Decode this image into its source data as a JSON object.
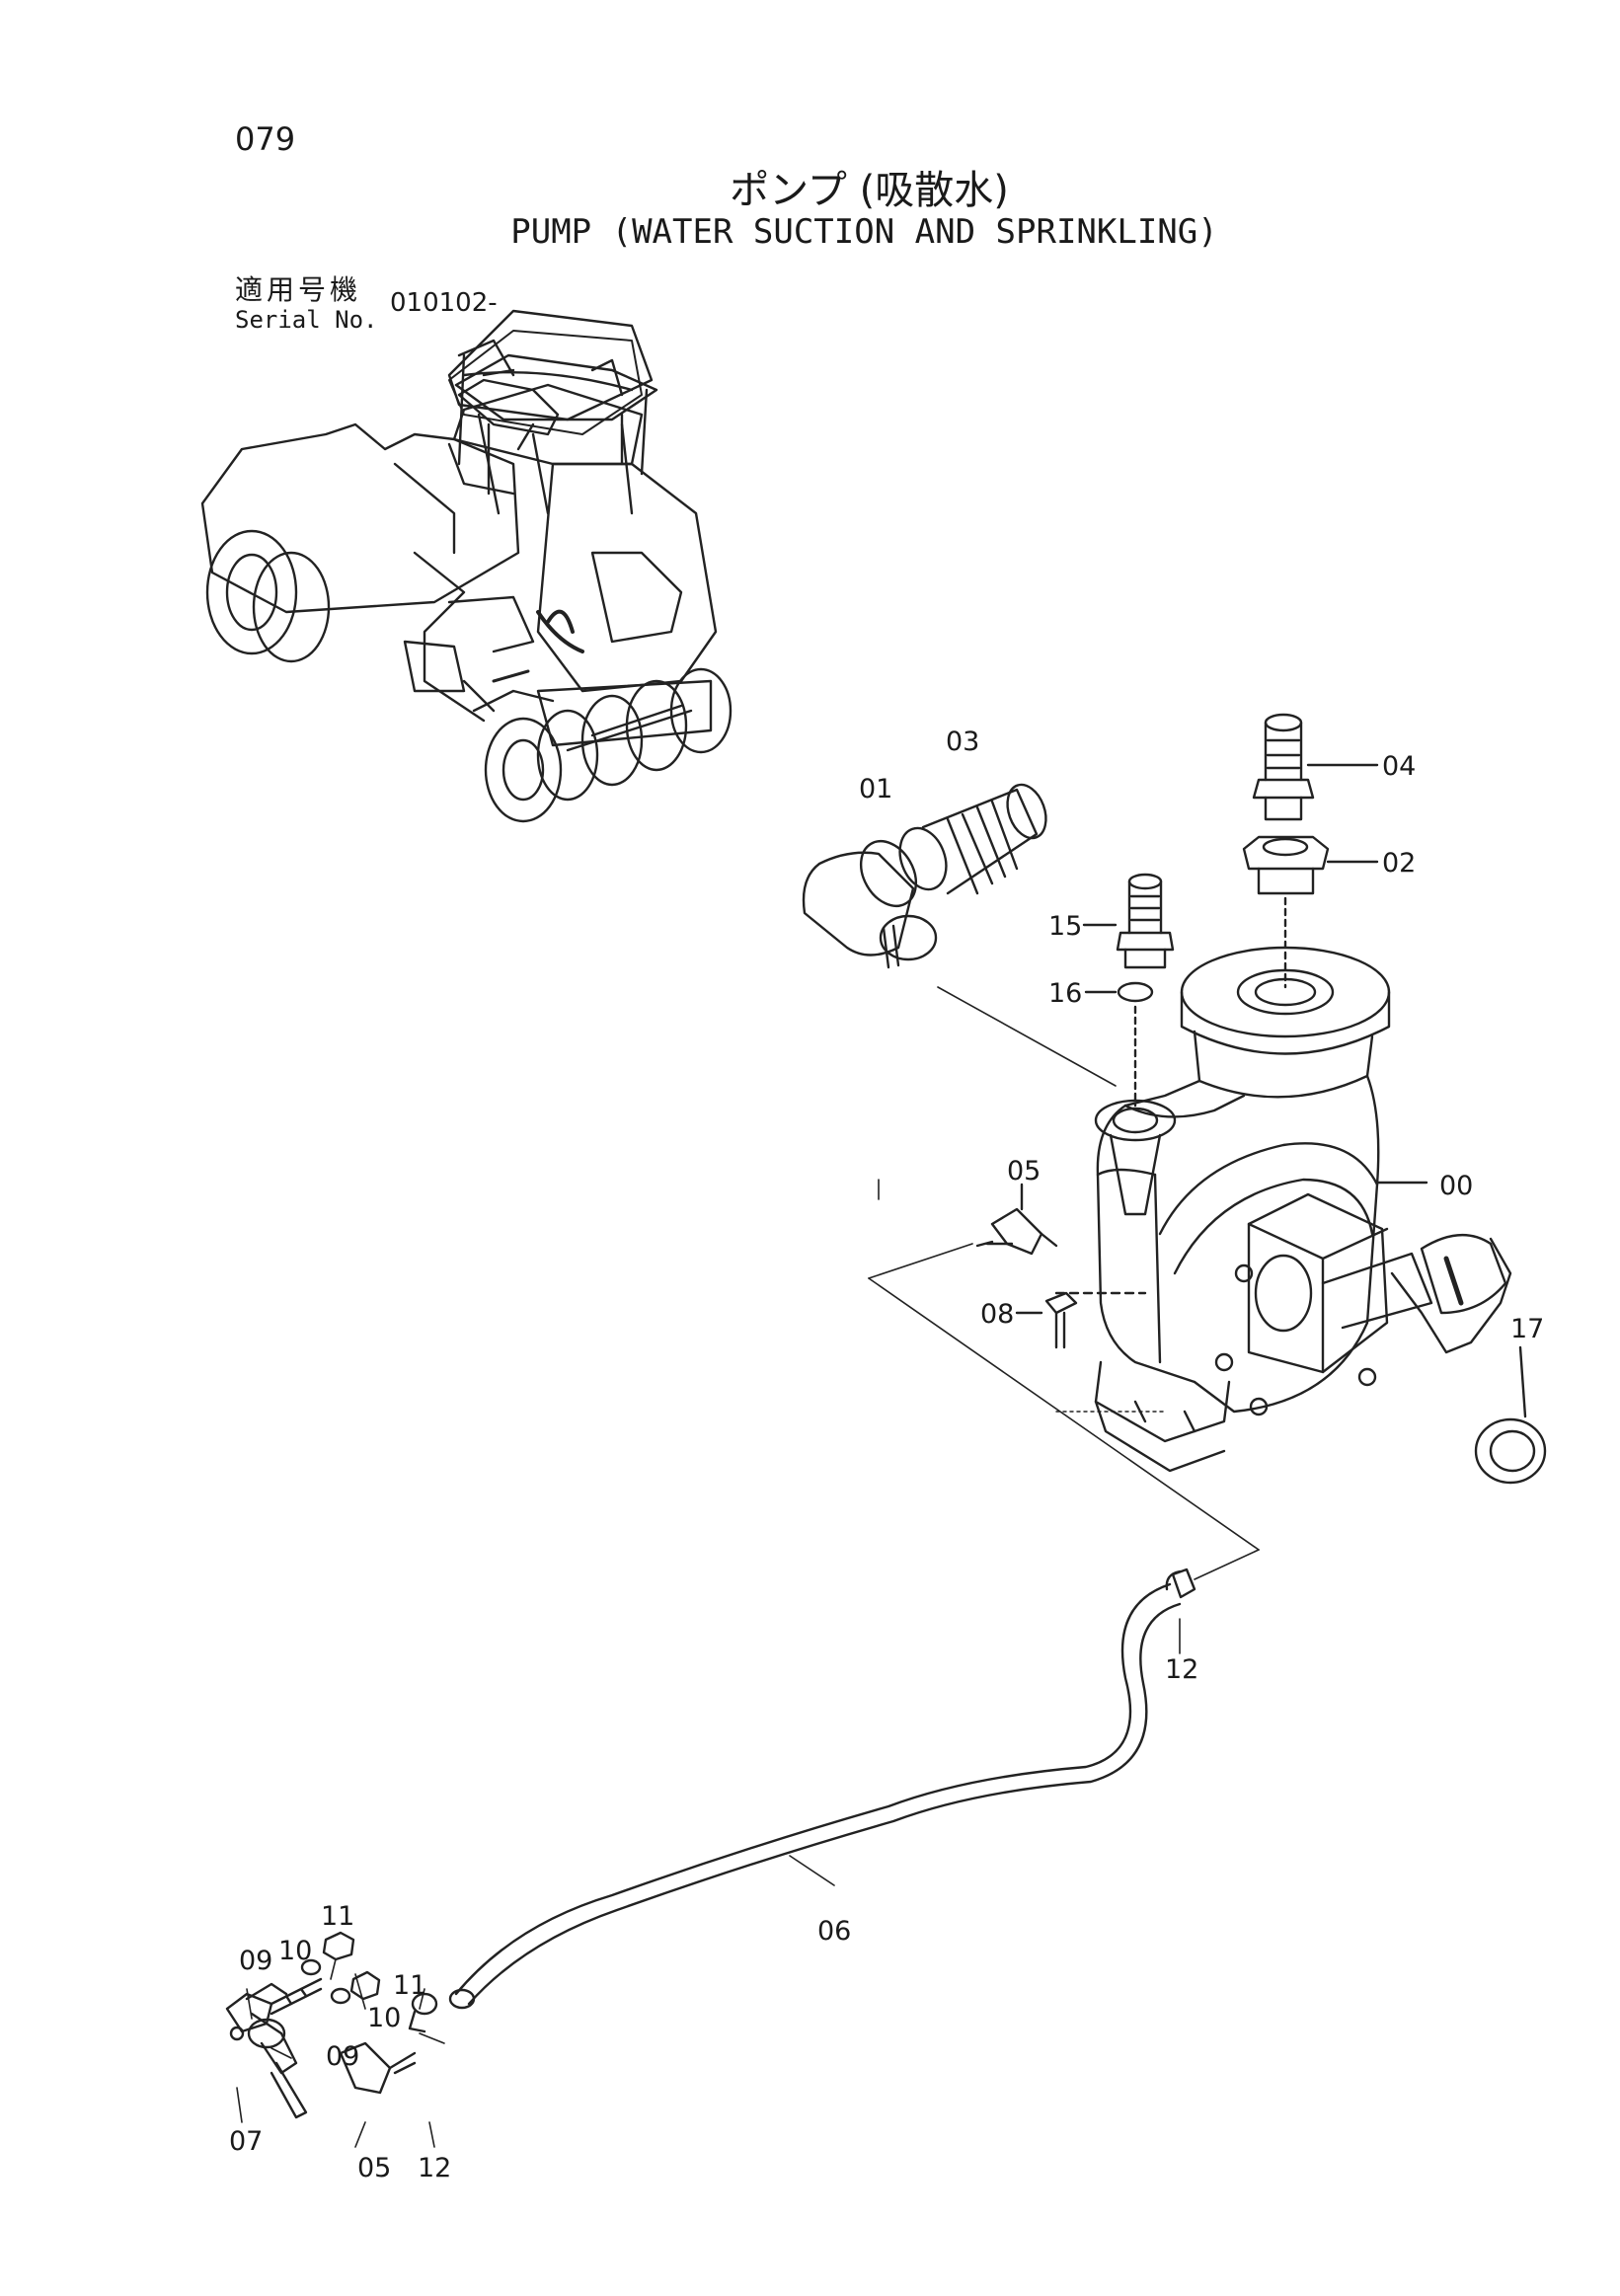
{
  "page_number": "079",
  "title_jp": "ポンプ (吸散水)",
  "title_en": "PUMP (WATER SUCTION AND SPRINKLING)",
  "serial_label_jp": "適用号機",
  "serial_label_en": "Serial No.",
  "serial_value": "010102-",
  "callouts": {
    "c00": "00",
    "c01": "01",
    "c02": "02",
    "c03": "03",
    "c04": "04",
    "c05a": "05",
    "c05b": "05",
    "c06": "06",
    "c07": "07",
    "c08": "08",
    "c09a": "09",
    "c09b": "09",
    "c10a": "10",
    "c10b": "10",
    "c11a": "11",
    "c11b": "11",
    "c12a": "12",
    "c12b": "12",
    "c15": "15",
    "c16": "16",
    "c17": "17"
  }
}
